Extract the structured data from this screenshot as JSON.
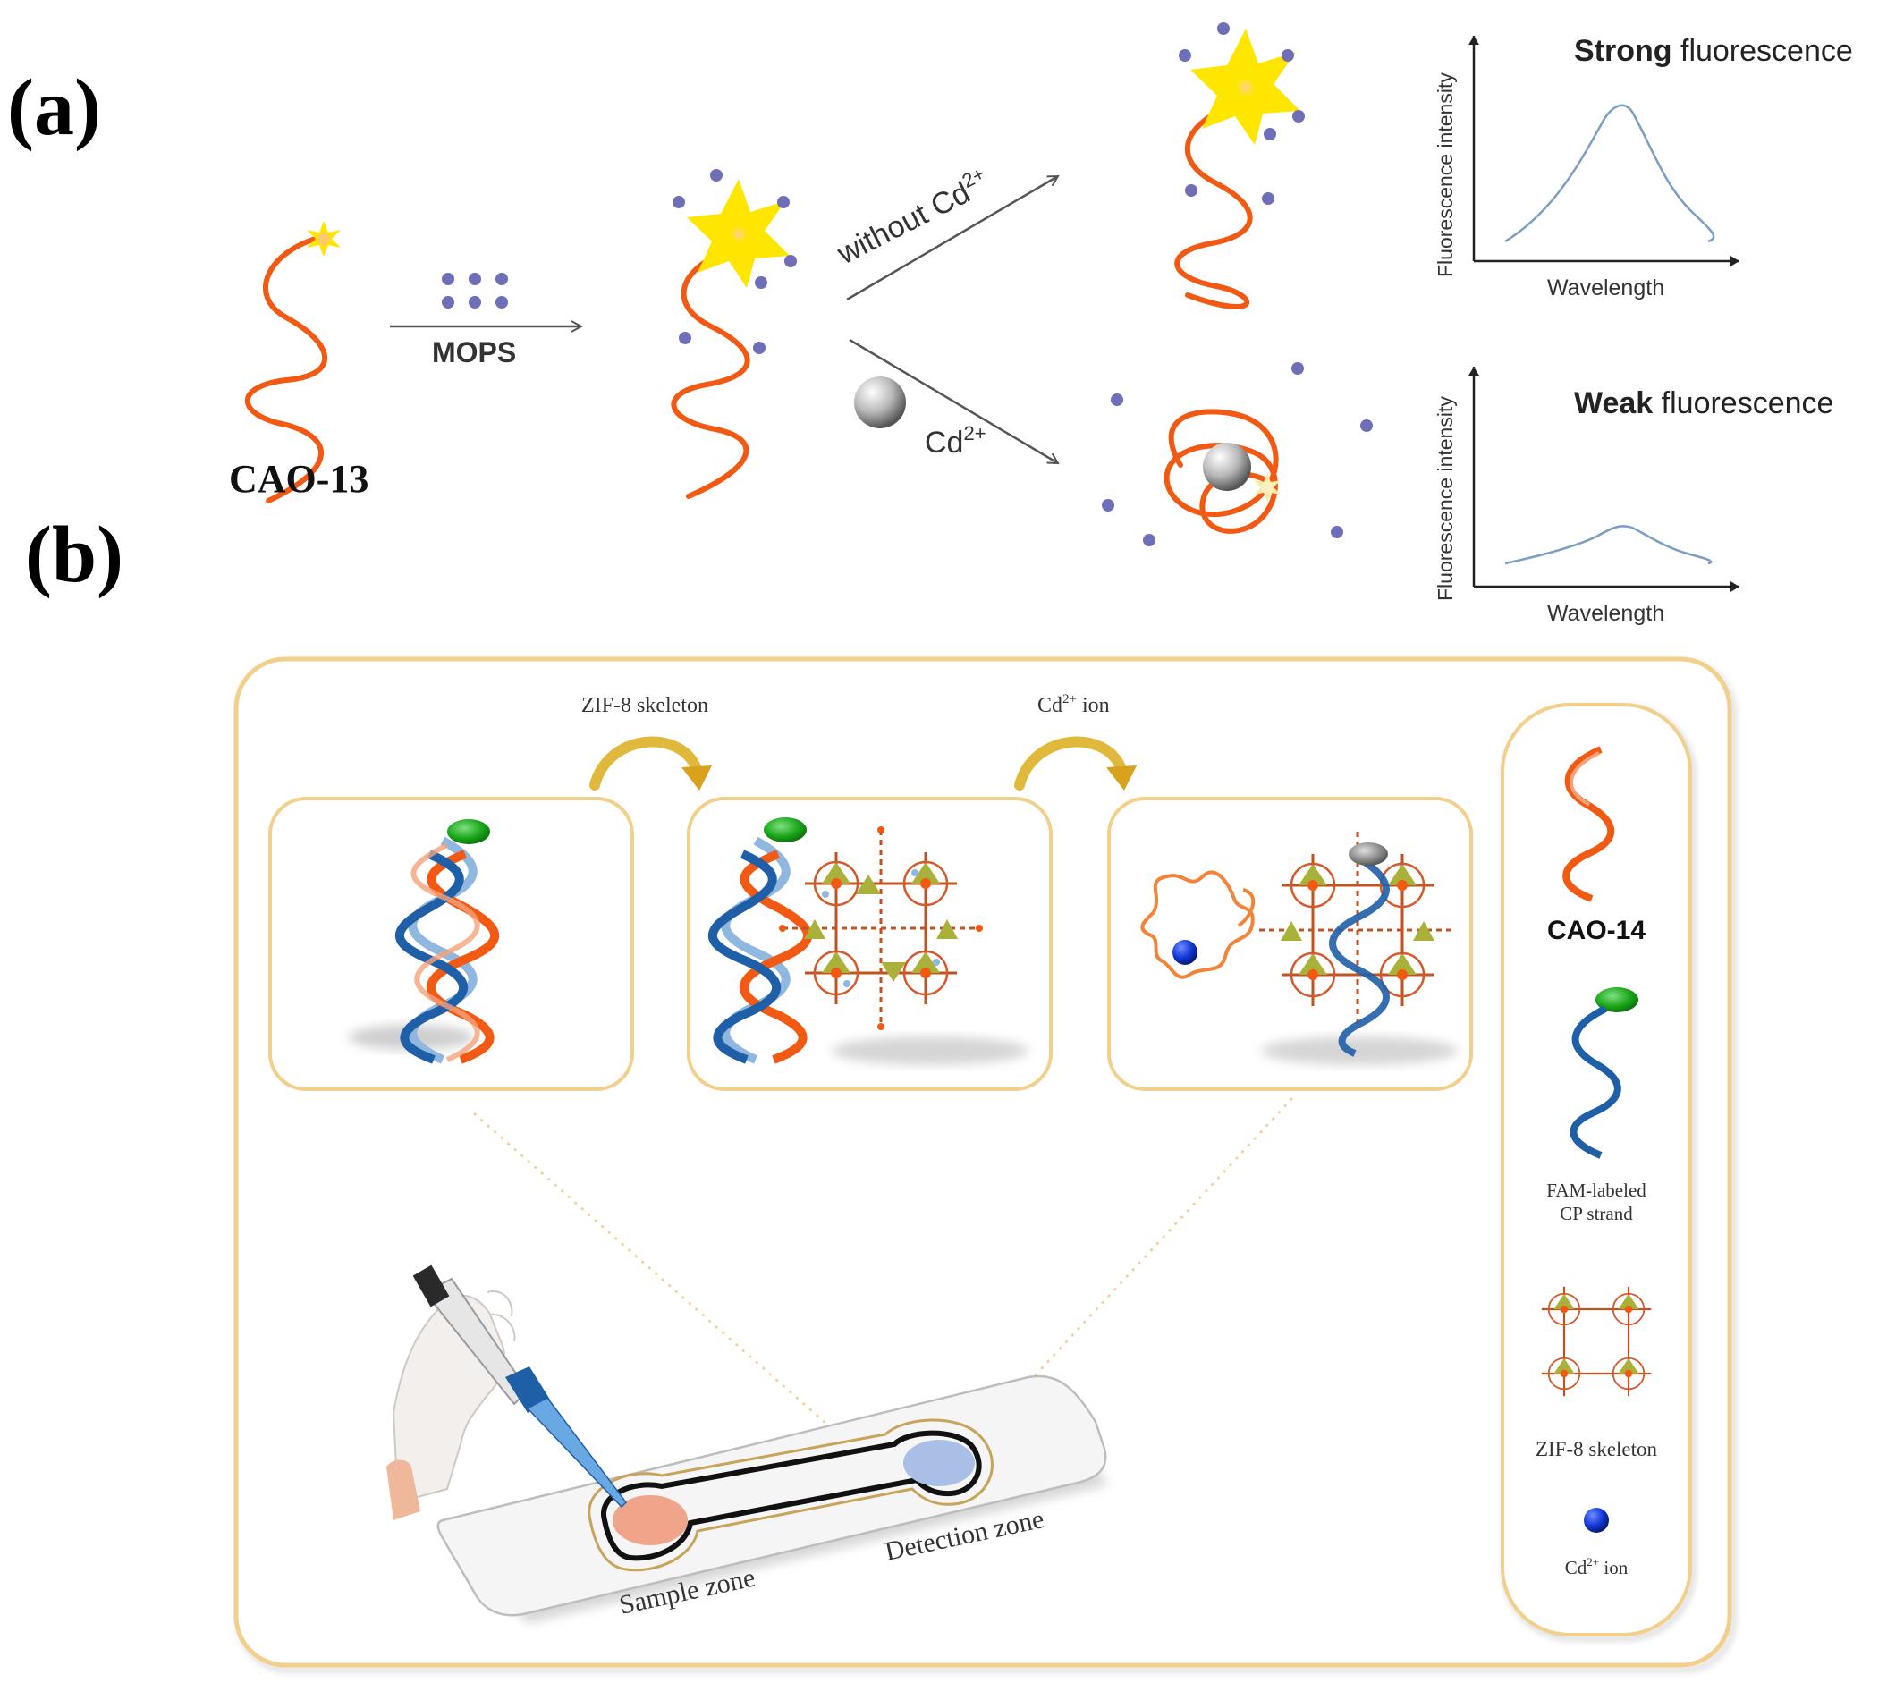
{
  "panel_a": {
    "label": "(a)",
    "probe_name": "CAO-13",
    "reagent": "MOPS",
    "path_without_label": "without Cd",
    "path_with_label": "Cd",
    "ion_charge": "2+",
    "strong_bold": "Strong",
    "weak_bold": "Weak",
    "fluorescence_word": " fluorescence",
    "y_axis_label": "Fluorescence intensity",
    "x_axis_label": "Wavelength"
  },
  "panel_b": {
    "label": "(b)",
    "step1_label": "ZIF-8 skeleton",
    "step2_label_main": "Cd",
    "step2_label_charge": "2+",
    "step2_label_suffix": " ion",
    "sample_zone": "Sample zone",
    "detection_zone": "Detection zone",
    "legend": {
      "cao14": "CAO-14",
      "fam_line1": "FAM-labeled",
      "fam_line2": "CP strand",
      "zif8": "ZIF-8 skeleton",
      "cd_main": "Cd",
      "cd_charge": "2+",
      "cd_suffix": " ion"
    }
  },
  "colors": {
    "dna_orange": "#f25a14",
    "dna_light_orange": "#f4a27a",
    "dna_blue": "#1f5fa8",
    "dna_light_blue": "#8fb7e0",
    "fluorophore_yellow": "#ffe600",
    "mops_dot": "#6f6fb8",
    "fam_green": "#1aa61a",
    "cd_blue": "#1238d8",
    "frame_gold": "#f2cf8a",
    "curve_blue": "#7a9ec4",
    "arrow_gray": "#555555",
    "sample_pink": "#f0a58a",
    "detection_blue": "#a9bfe6"
  }
}
